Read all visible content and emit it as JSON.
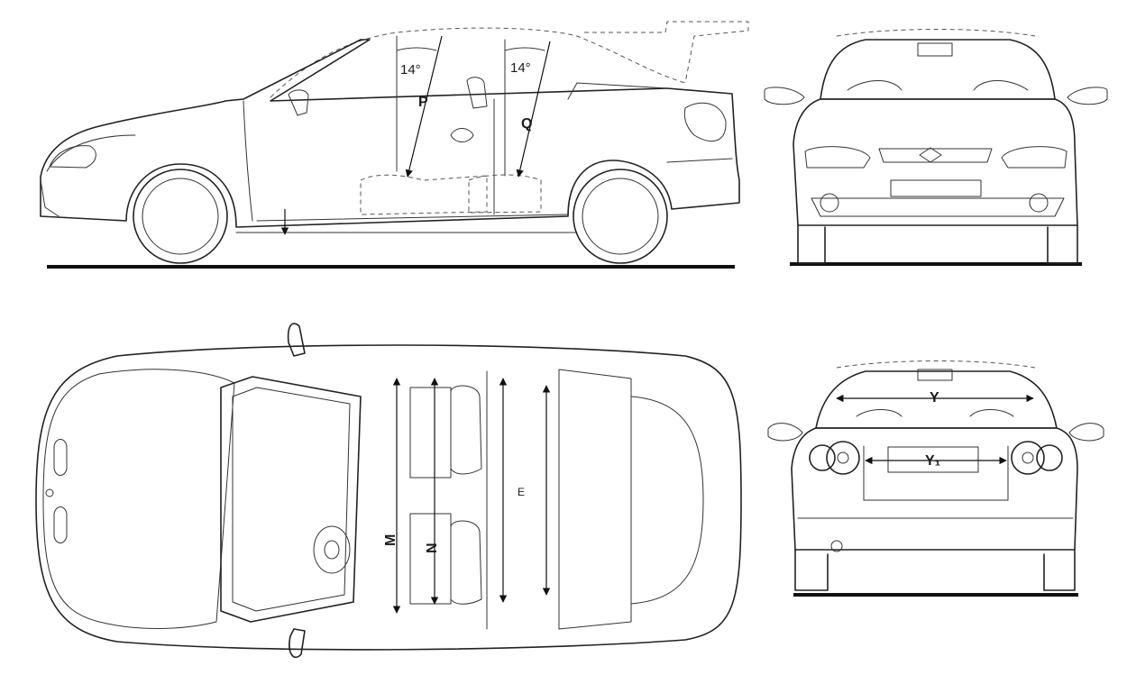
{
  "side_view": {
    "roof_angle_front": "14°",
    "roof_angle_rear": "14°",
    "dim_p": "P",
    "dim_q": "Q"
  },
  "top_view": {
    "dim_m": "M",
    "dim_n": "N",
    "marker_e": "E"
  },
  "rear_view": {
    "dim_y": "Y",
    "dim_y1": "Y₁"
  },
  "colors": {
    "line": "#222222",
    "background": "#ffffff"
  }
}
